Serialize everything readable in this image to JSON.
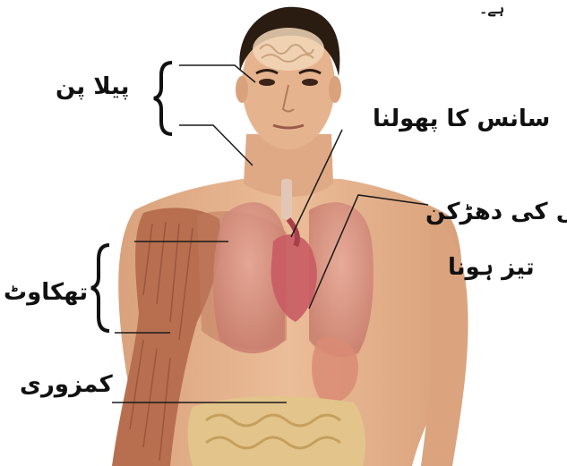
{
  "labels": {
    "top_fragment": "ہے۔",
    "pallor": "پیلا پن",
    "breathlessness": "سانس کا پھولنا",
    "heart_line1": "دل کی دھڑکن",
    "heart_line2": "تیز ہونا",
    "fatigue": "تھکاوٹ",
    "weakness": "کمزوری"
  },
  "colors": {
    "background": "#ffffff",
    "skin": "#e2b08c",
    "hair": "#2b1c12",
    "muscle": "#b86f4f",
    "lung": "#d79080",
    "heart": "#c95b63",
    "intestine": "#e3c48a",
    "leader_line": "#1a1a1a"
  },
  "icons": [
    "human-torso-illustration",
    "curly-brace"
  ]
}
